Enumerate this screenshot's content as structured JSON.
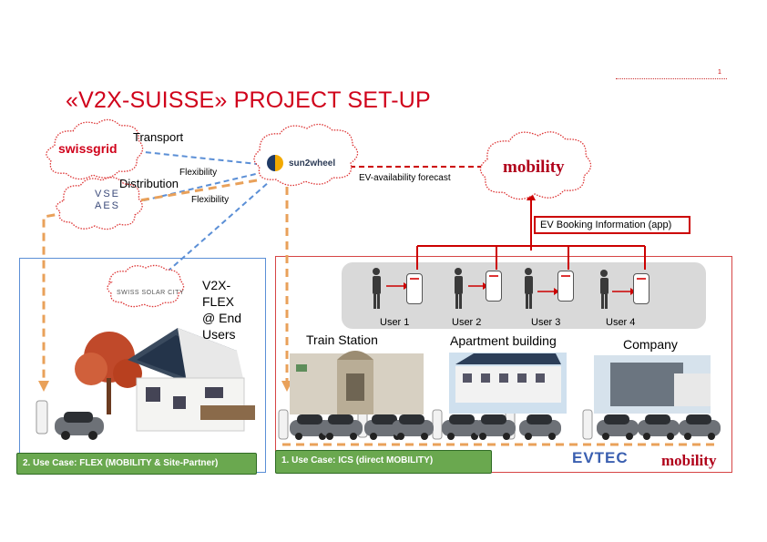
{
  "page": {
    "number": "1",
    "title": "«V2X-SUISSE» PROJECT SET-UP"
  },
  "clouds": {
    "swissgrid": "swissgrid",
    "vse_line1": "VSE",
    "vse_line2": "AES",
    "sun2wheel": "sun2wheel",
    "mobility": "mobility",
    "swiss_solar_city": "SWISS SOLAR CITY"
  },
  "labels": {
    "transport": "Transport",
    "distribution": "Distribution",
    "flexibility_1": "Flexibility",
    "flexibility_2": "Flexibility",
    "ev_availability": "EV-availability forecast",
    "ev_booking": "EV Booking Information (app)",
    "v2x_flex": [
      "V2X-",
      "FLEX",
      "@ End",
      "Users"
    ]
  },
  "users": [
    "User 1",
    "User 2",
    "User 3",
    "User 4"
  ],
  "sites": [
    "Train Station",
    "Apartment building",
    "Company"
  ],
  "use_cases": {
    "case2": "2. Use Case: FLEX (MOBILITY & Site-Partner)",
    "case1": "1. Use Case: ICS (direct MOBILITY)"
  },
  "logos": {
    "evtec": "EVTEC",
    "mobility": "mobility"
  },
  "colors": {
    "title_red": "#d0021b",
    "green": "#6aa84f",
    "blue_dash": "#5b8fd6",
    "orange_dash": "#e9a15a",
    "red": "#c00000"
  }
}
